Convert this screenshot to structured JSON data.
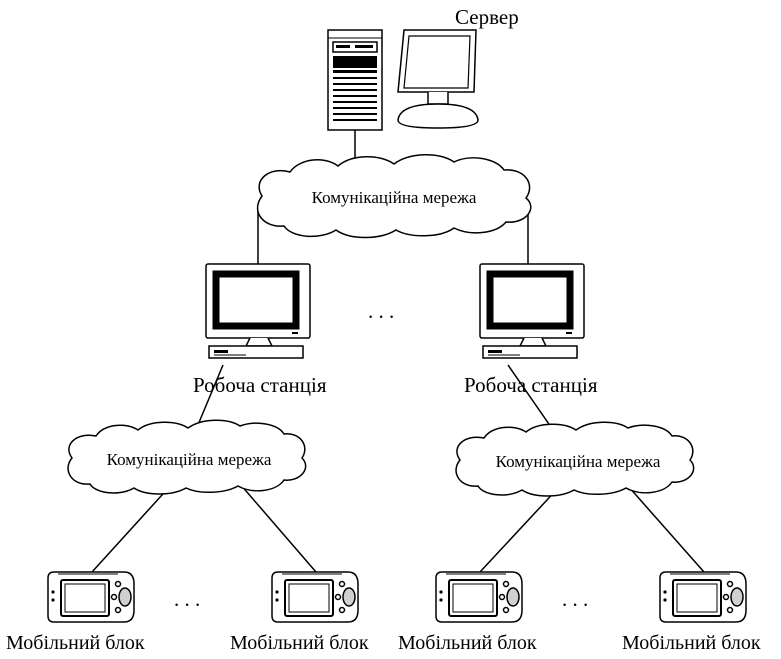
{
  "server": {
    "label": "Сервер"
  },
  "networks": {
    "top": "Комунікаційна мережа",
    "left": "Комунікаційна мережа",
    "right": "Комунікаційна мережа"
  },
  "workstations": {
    "left": "Робоча станція",
    "right": "Робоча станція"
  },
  "ellipses": {
    "workstations": ". . .",
    "mobile_left": ". . .",
    "mobile_right": ". . ."
  },
  "mobile_units": [
    "Мобільний блок",
    "Мобільний блок",
    "Мобільний блок",
    "Мобільний блок"
  ]
}
